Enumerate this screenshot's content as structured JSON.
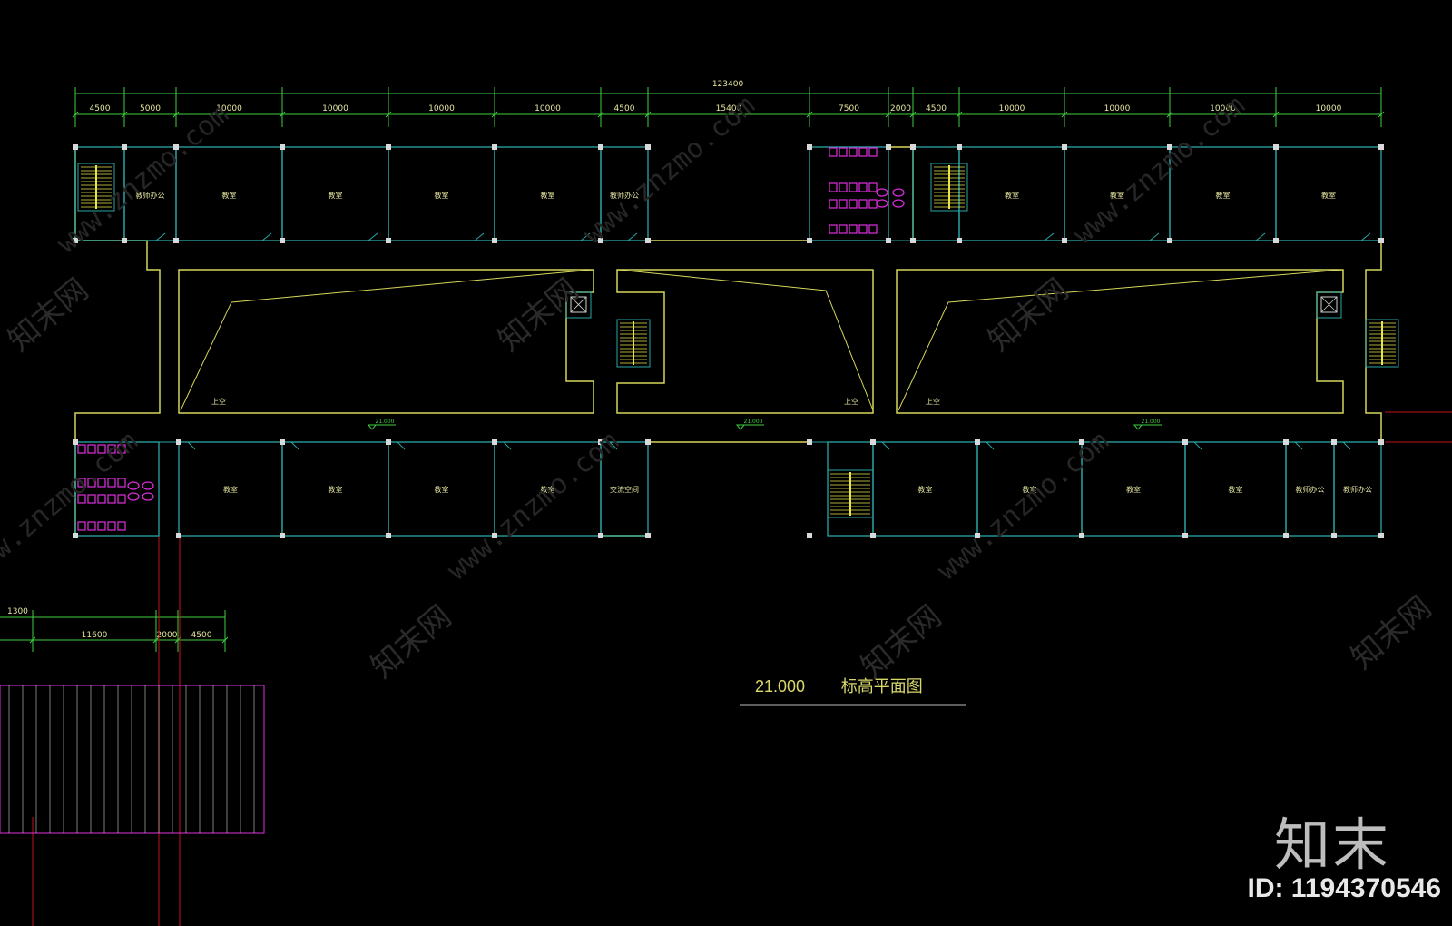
{
  "colors": {
    "background": "#000000",
    "dimension": "#3fd03f",
    "wall": "#d6d65a",
    "partition": "#2aa6a6",
    "column": "#d9d9d9",
    "fixture": "#e02ee0",
    "stair": "#e6e64c",
    "axis": "#c0141b",
    "label": "#e6e6a0"
  },
  "dimensions": {
    "overall": "123400",
    "segments": [
      "4500",
      "5000",
      "10000",
      "10000",
      "10000",
      "10000",
      "4500",
      "15400",
      "7500",
      "2000",
      "4500",
      "10000",
      "10000",
      "10000",
      "10000"
    ],
    "lower_left_overall": "1300",
    "lower_left_segments": [
      "11600",
      "2000",
      "4500"
    ]
  },
  "rooms": {
    "top_row": [
      "教师办公",
      "教室",
      "教室",
      "教室",
      "教室",
      "教师办公",
      "教室",
      "教室",
      "教室",
      "教室"
    ],
    "bottom_row": [
      "教室",
      "教室",
      "教室",
      "教室",
      "交流空间",
      "教室",
      "教室",
      "教室",
      "教室",
      "教师办公",
      "教师办公"
    ],
    "voids": [
      "上空",
      "上空",
      "上空"
    ]
  },
  "elevation_marks": [
    "21.000",
    "21.000",
    "21.000"
  ],
  "drawing_title": {
    "elevation": "21.000",
    "name": "标高平面图"
  },
  "watermark": {
    "text": "知末网",
    "url": "www.znzmo.com"
  },
  "logo": {
    "name": "知末",
    "id_text": "ID: 1194370546"
  }
}
